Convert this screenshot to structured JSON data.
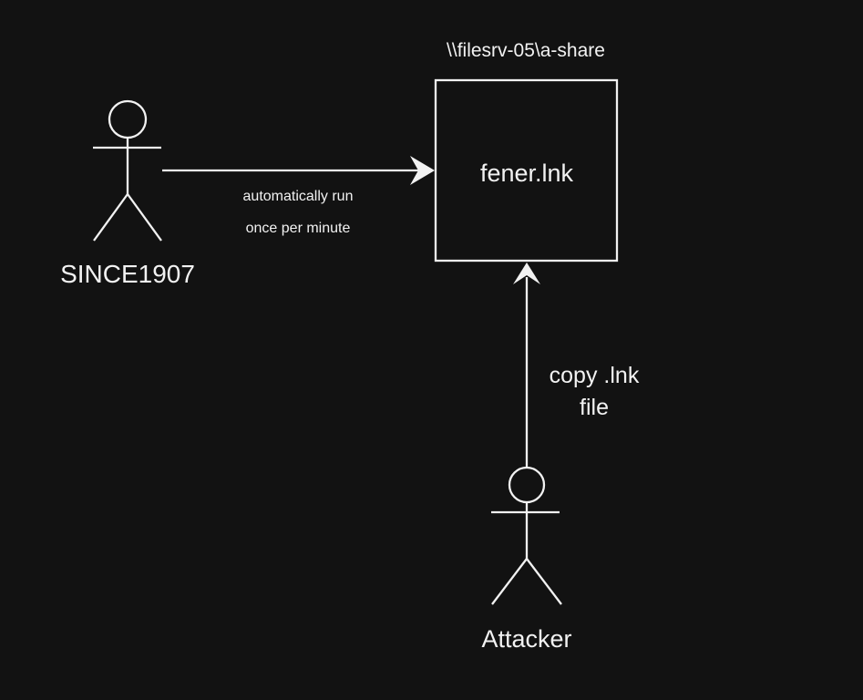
{
  "diagram": {
    "background_color": "#121212",
    "stroke_color": "#f2f2f2",
    "share_title": "\\\\filesrv-05\\a-share",
    "box": {
      "label": "fener.lnk"
    },
    "actor_left": {
      "label": "SINCE1907"
    },
    "actor_bottom": {
      "label": "Attacker"
    },
    "edge_auto_run": {
      "label_line1": "automatically run",
      "label_line2": "once per minute"
    },
    "edge_copy": {
      "label_line1": "copy .lnk",
      "label_line2": "file"
    }
  }
}
